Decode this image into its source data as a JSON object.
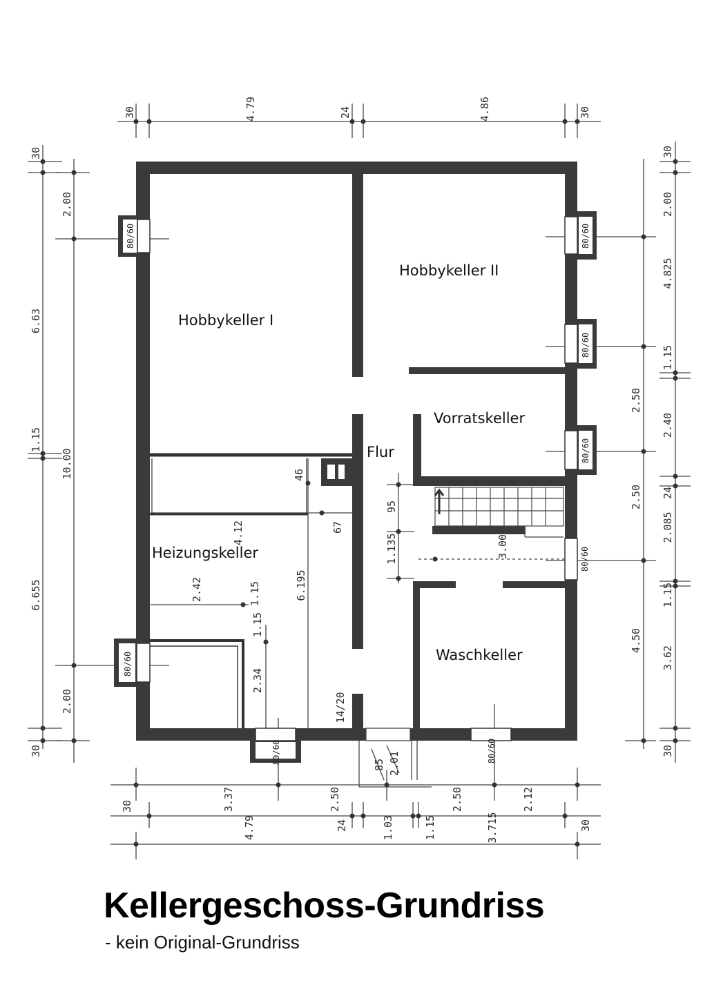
{
  "title": "Kellergeschoss-Grundriss",
  "subtitle": "- kein Original-Grundriss",
  "rooms": {
    "hobby1": "Hobbykeller I",
    "hobby2": "Hobbykeller II",
    "vorrat": "Vorratskeller",
    "flur": "Flur",
    "heizung": "Heizungskeller",
    "wasch": "Waschkeller"
  },
  "windows": {
    "w_left_top": "80/60",
    "w_right_top": "80/60",
    "w_right_mid": "80/60",
    "w_right_vorrat": "80/60",
    "w_right_stair": "80/60",
    "w_left_bottom": "80/60",
    "w_bottom_left": "80/60",
    "w_bottom_right": "80/60"
  },
  "dimensions": {
    "top": [
      "30",
      "4.79",
      "24",
      "4.86",
      "30"
    ],
    "left_outer": [
      "30",
      "6.63",
      "1.15",
      "6.655",
      "30"
    ],
    "left_inner": [
      "2.00",
      "10.00",
      "2.00"
    ],
    "right_inner": [
      "30",
      "2.00",
      "4.825",
      "1.15",
      "2.40",
      "24",
      "2.085",
      "1.15",
      "3.62",
      "30"
    ],
    "right_outer": [
      "2.50",
      "2.50",
      "4.50"
    ],
    "bottom_row1": [
      "3.37",
      "2.50",
      "2.50",
      "2.12"
    ],
    "bottom_row2": [
      "30",
      "4.79",
      "24",
      "1.03",
      "1.15",
      "3.715",
      "30"
    ],
    "interior": [
      "46",
      "4.12",
      "67",
      "6.195",
      "2.42",
      "1.15",
      "1.15",
      "2.34",
      "14/20",
      "95",
      "1.135",
      "3.00",
      "85",
      "2.01"
    ]
  }
}
